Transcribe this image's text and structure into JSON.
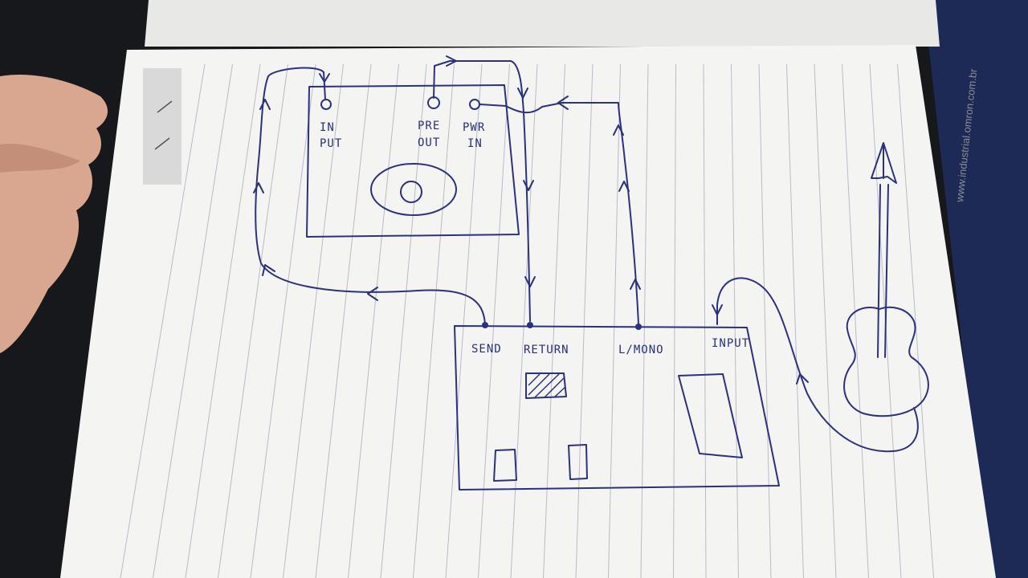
{
  "watermark": "www.industrial.omron.com.br",
  "colors": {
    "ink": "#2a3280",
    "paper": "#f4f4f2",
    "rule_line": "#b9bcc8",
    "background": "#16181c"
  },
  "amp": {
    "jacks": {
      "input_line1": "IN",
      "input_line2": "PUT",
      "preout_line1": "PRE",
      "preout_line2": "OUT",
      "pwrin_line1": "PWR",
      "pwrin_line2": "IN"
    }
  },
  "pedal": {
    "jacks": {
      "send": "SEND",
      "return": "RETURN",
      "lmono": "L/MONO",
      "input": "INPUT"
    }
  },
  "guitar": {
    "icon": "guitar-icon"
  }
}
